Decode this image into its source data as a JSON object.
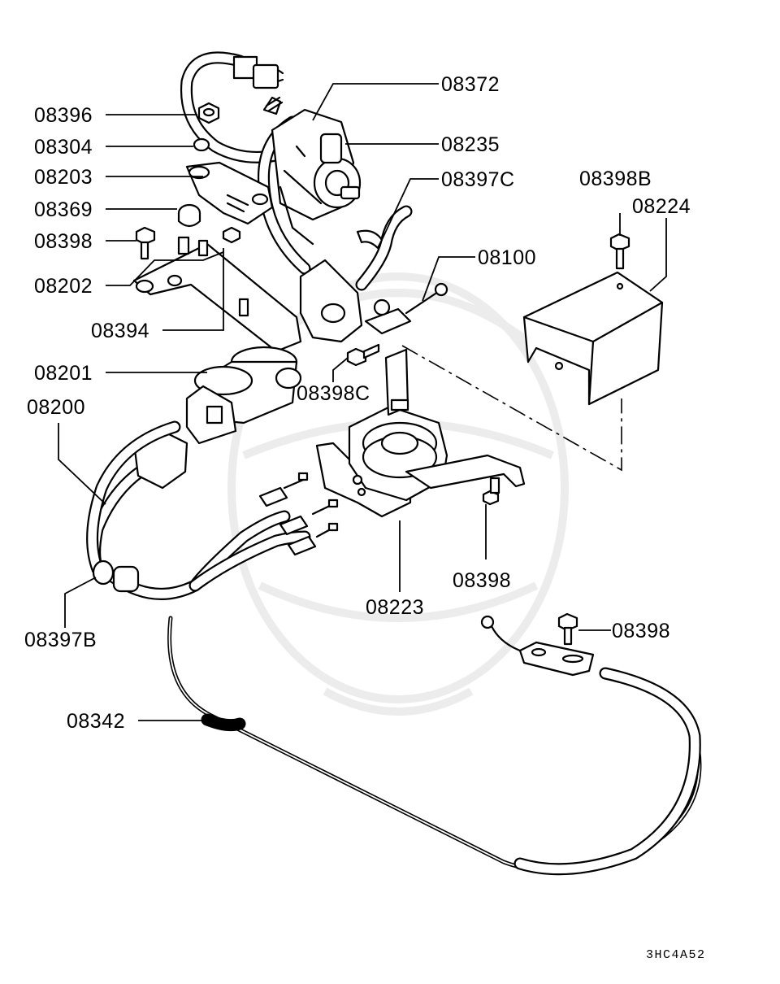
{
  "diagram_code": "3HC4A52",
  "labels": [
    "08372",
    "08396",
    "08304",
    "08235",
    "08203",
    "08397C",
    "08369",
    "08398B",
    "08224",
    "08398",
    "08100",
    "08202",
    "08394",
    "08201",
    "08398C",
    "08200",
    "08398",
    "08223",
    "08397B",
    "08398",
    "08342"
  ]
}
